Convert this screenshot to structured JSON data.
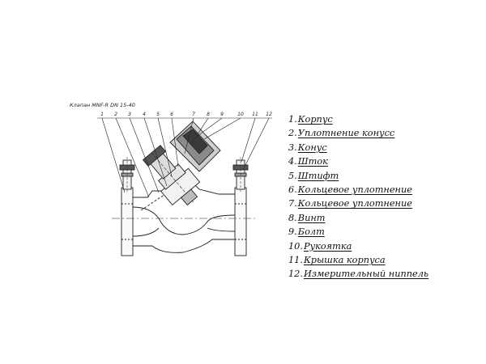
{
  "diagram": {
    "caption": "Клапан MNF-R DN 15-40",
    "callout_numbers": [
      "1",
      "2",
      "3",
      "4",
      "5",
      "6",
      "7",
      "8",
      "9",
      "10",
      "11",
      "12"
    ]
  },
  "parts": [
    {
      "num": "1.",
      "label": "Корпус"
    },
    {
      "num": "2.",
      "label": "Уплотнение конусс"
    },
    {
      "num": "3.",
      "label": "Конус"
    },
    {
      "num": "4.",
      "label": "Шток"
    },
    {
      "num": "5.",
      "label": "Штифт"
    },
    {
      "num": "6.",
      "label": "Кольцевое уплотнение"
    },
    {
      "num": "7.",
      "label": "Кольцевое уплотнение"
    },
    {
      "num": "8.",
      "label": "Винт"
    },
    {
      "num": "9.",
      "label": "Болт"
    },
    {
      "num": "10.",
      "label": "Рукоятка"
    },
    {
      "num": "11.",
      "label": "Крышка корпуса"
    },
    {
      "num": "12.",
      "label": "Измерительный ниппель"
    }
  ]
}
